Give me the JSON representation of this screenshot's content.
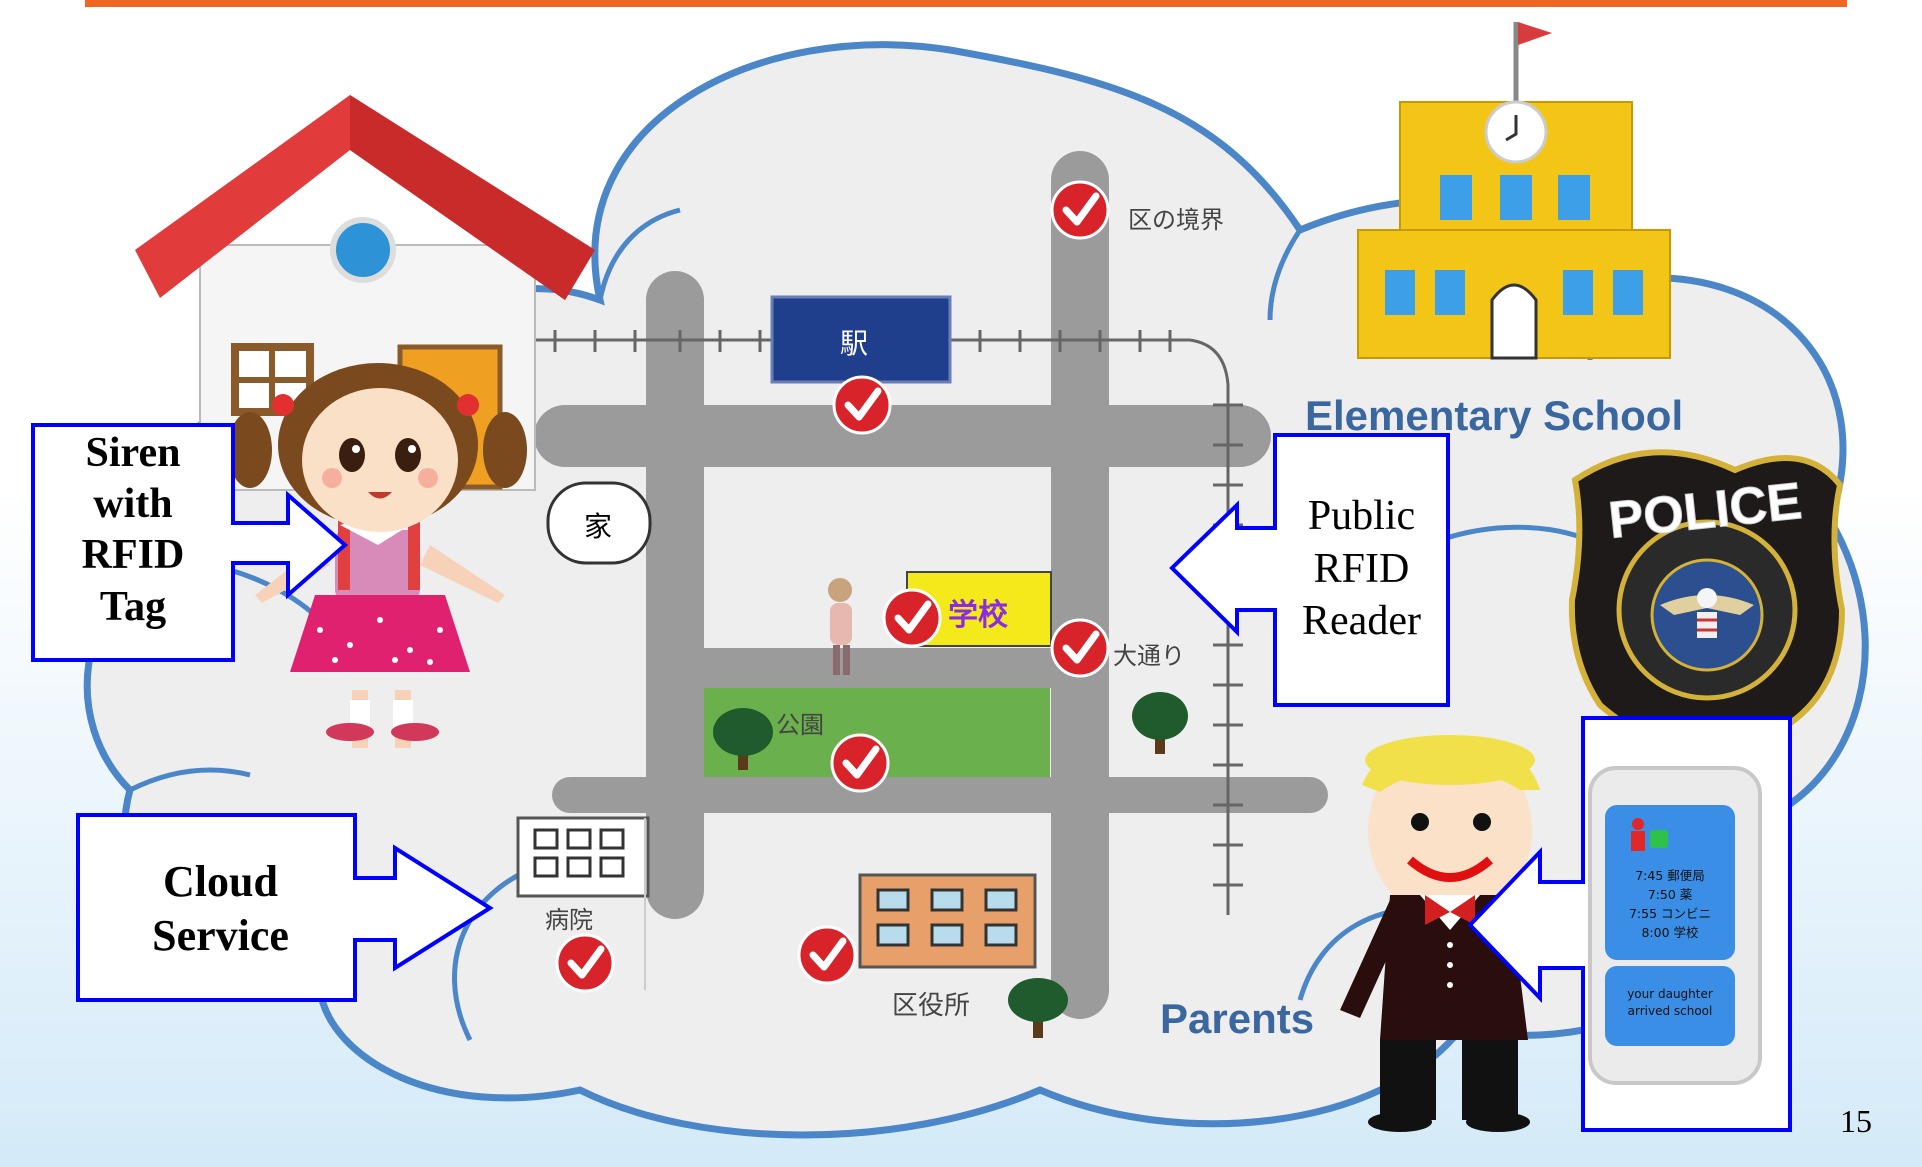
{
  "callouts": {
    "siren": [
      "Siren",
      "with",
      "RFID",
      "Tag"
    ],
    "cloud": [
      "Cloud",
      "Service"
    ],
    "reader": [
      "Public",
      "RFID",
      "Reader"
    ]
  },
  "labels": {
    "elementary_school": "Elementary School",
    "parents": "Parents",
    "page_number": "15"
  },
  "map": {
    "station": "駅",
    "home": "家",
    "school": "学校",
    "ward_border": "区の境界",
    "main_street": "大通り",
    "park": "公園",
    "hospital": "病院",
    "ward_office": "区役所"
  },
  "phone": {
    "log": [
      "7:45 郵便局",
      "7:50 薬",
      "7:55 コンビニ",
      "8:00 学校"
    ],
    "notice": [
      "your daughter",
      "arrived school"
    ]
  },
  "colors": {
    "accent_orange": "#f26522",
    "callout_blue": "#0000ff",
    "cloud_outline": "#4a86c8",
    "check_red": "#d8232a",
    "road_gray": "#9b9b9b",
    "station_blue": "#1f3f8c"
  }
}
